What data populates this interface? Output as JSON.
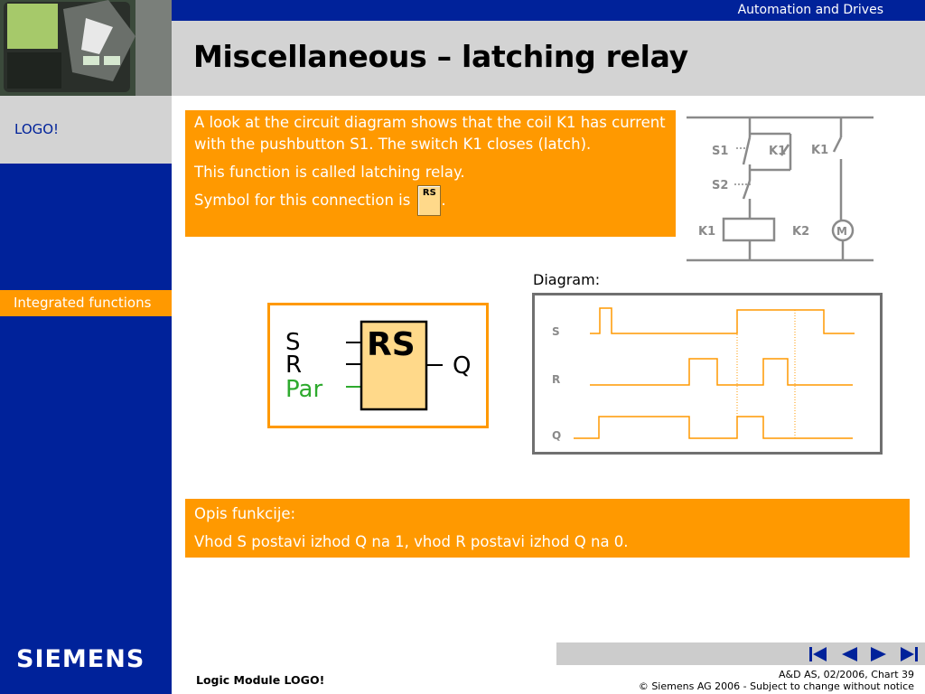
{
  "header": {
    "company_area": "Automation and Drives",
    "title": "Miscellaneous – latching relay"
  },
  "sidebar": {
    "product": "LOGO!",
    "active_item": "Integrated functions",
    "brand": "SIEMENS"
  },
  "intro": {
    "line1": "A look at the circuit diagram shows that  the coil K1 has current with the pushbutton S1. The switch K1 closes (latch).",
    "line2": "This function is called latching relay.",
    "line3_text": "Symbol for this connection is",
    "line3_end": ".",
    "symbol_label": "RS"
  },
  "circuit": {
    "s1": "S1",
    "s2": "S2",
    "k1_contact": "K1",
    "k1_contact2": "K1",
    "k1_coil": "K1",
    "k2": "K2",
    "motor": "M"
  },
  "block": {
    "input_s": "S",
    "input_r": "R",
    "input_par": "Par",
    "name": "RS",
    "output_q": "Q"
  },
  "timing": {
    "label": "Diagram:",
    "signal_s": "S",
    "signal_r": "R",
    "signal_q": "Q"
  },
  "description": {
    "heading": "Opis funkcije:",
    "text": "Vhod S postavi izhod Q na 1, vhod R postavi izhod Q na 0."
  },
  "footer": {
    "module": "Logic Module LOGO!",
    "chart_info": "A&D AS, 02/2006, Chart 39",
    "copyright": "© Siemens AG 2006  -  Subject to change without notice"
  },
  "colors": {
    "siemens_blue": "#00229a",
    "accent_orange": "#ff9900",
    "block_fill": "#ffd98a",
    "par_green": "#2eaa2e"
  },
  "icons": {
    "first": "nav-first-icon",
    "prev": "nav-prev-icon",
    "next": "nav-next-icon",
    "last": "nav-last-icon"
  }
}
